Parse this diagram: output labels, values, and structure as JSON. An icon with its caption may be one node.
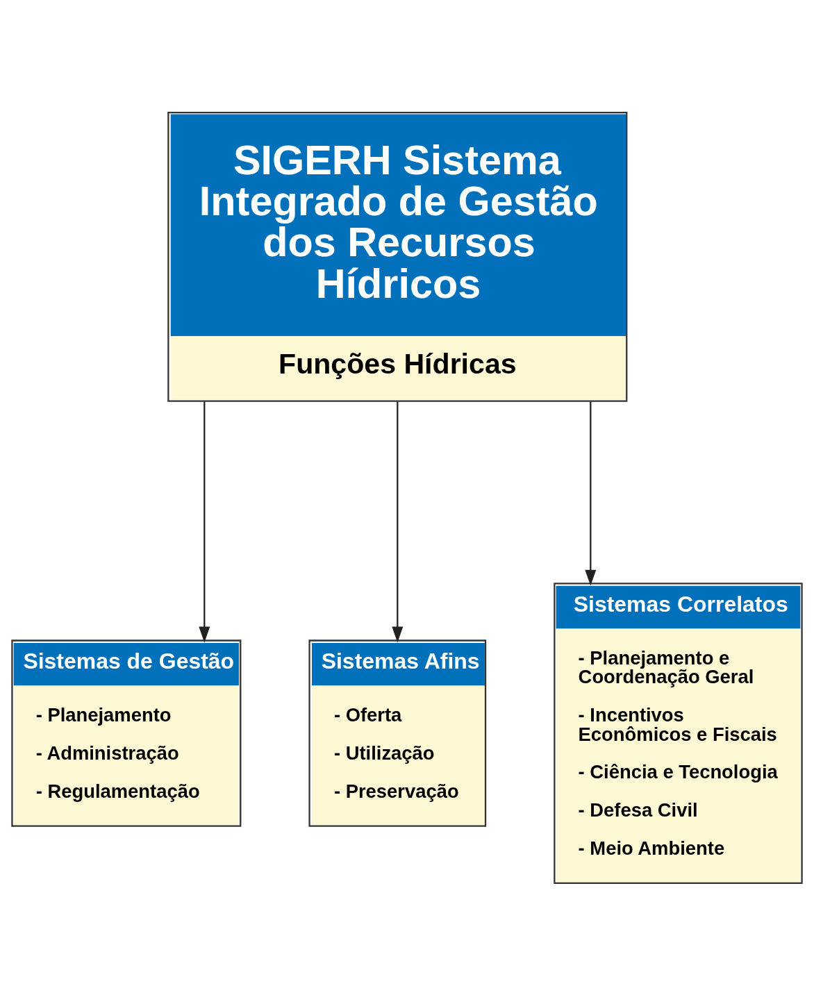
{
  "diagram": {
    "nodes": [
      {
        "text": [
          "SIGERH Sistema Integrado de Gestão dos Recursos Hídricos",
          "Funções Hídricas"
        ]
      },
      {
        "text": [
          "Sistemas de Gestão",
          "- Planejamento",
          "- Administração",
          "- Regulamentação"
        ]
      },
      {
        "text": [
          "Sistemas Afins",
          "- Oferta",
          "- Utilização",
          "- Preservação"
        ]
      },
      {
        "text": [
          "Sistemas Correlatos",
          "- Planejamento e Coordenação Geral",
          "- Incentivos Econômicos e Fiscais",
          "- Ciência e Tecnologia",
          "- Defesa Civil",
          "- Meio Ambiente"
        ]
      }
    ],
    "edges": [
      {
        "from": 0,
        "to": 1,
        "arrow": "to"
      },
      {
        "from": 0,
        "to": 2,
        "arrow": "to"
      },
      {
        "from": 0,
        "to": 3,
        "arrow": "to"
      }
    ]
  }
}
